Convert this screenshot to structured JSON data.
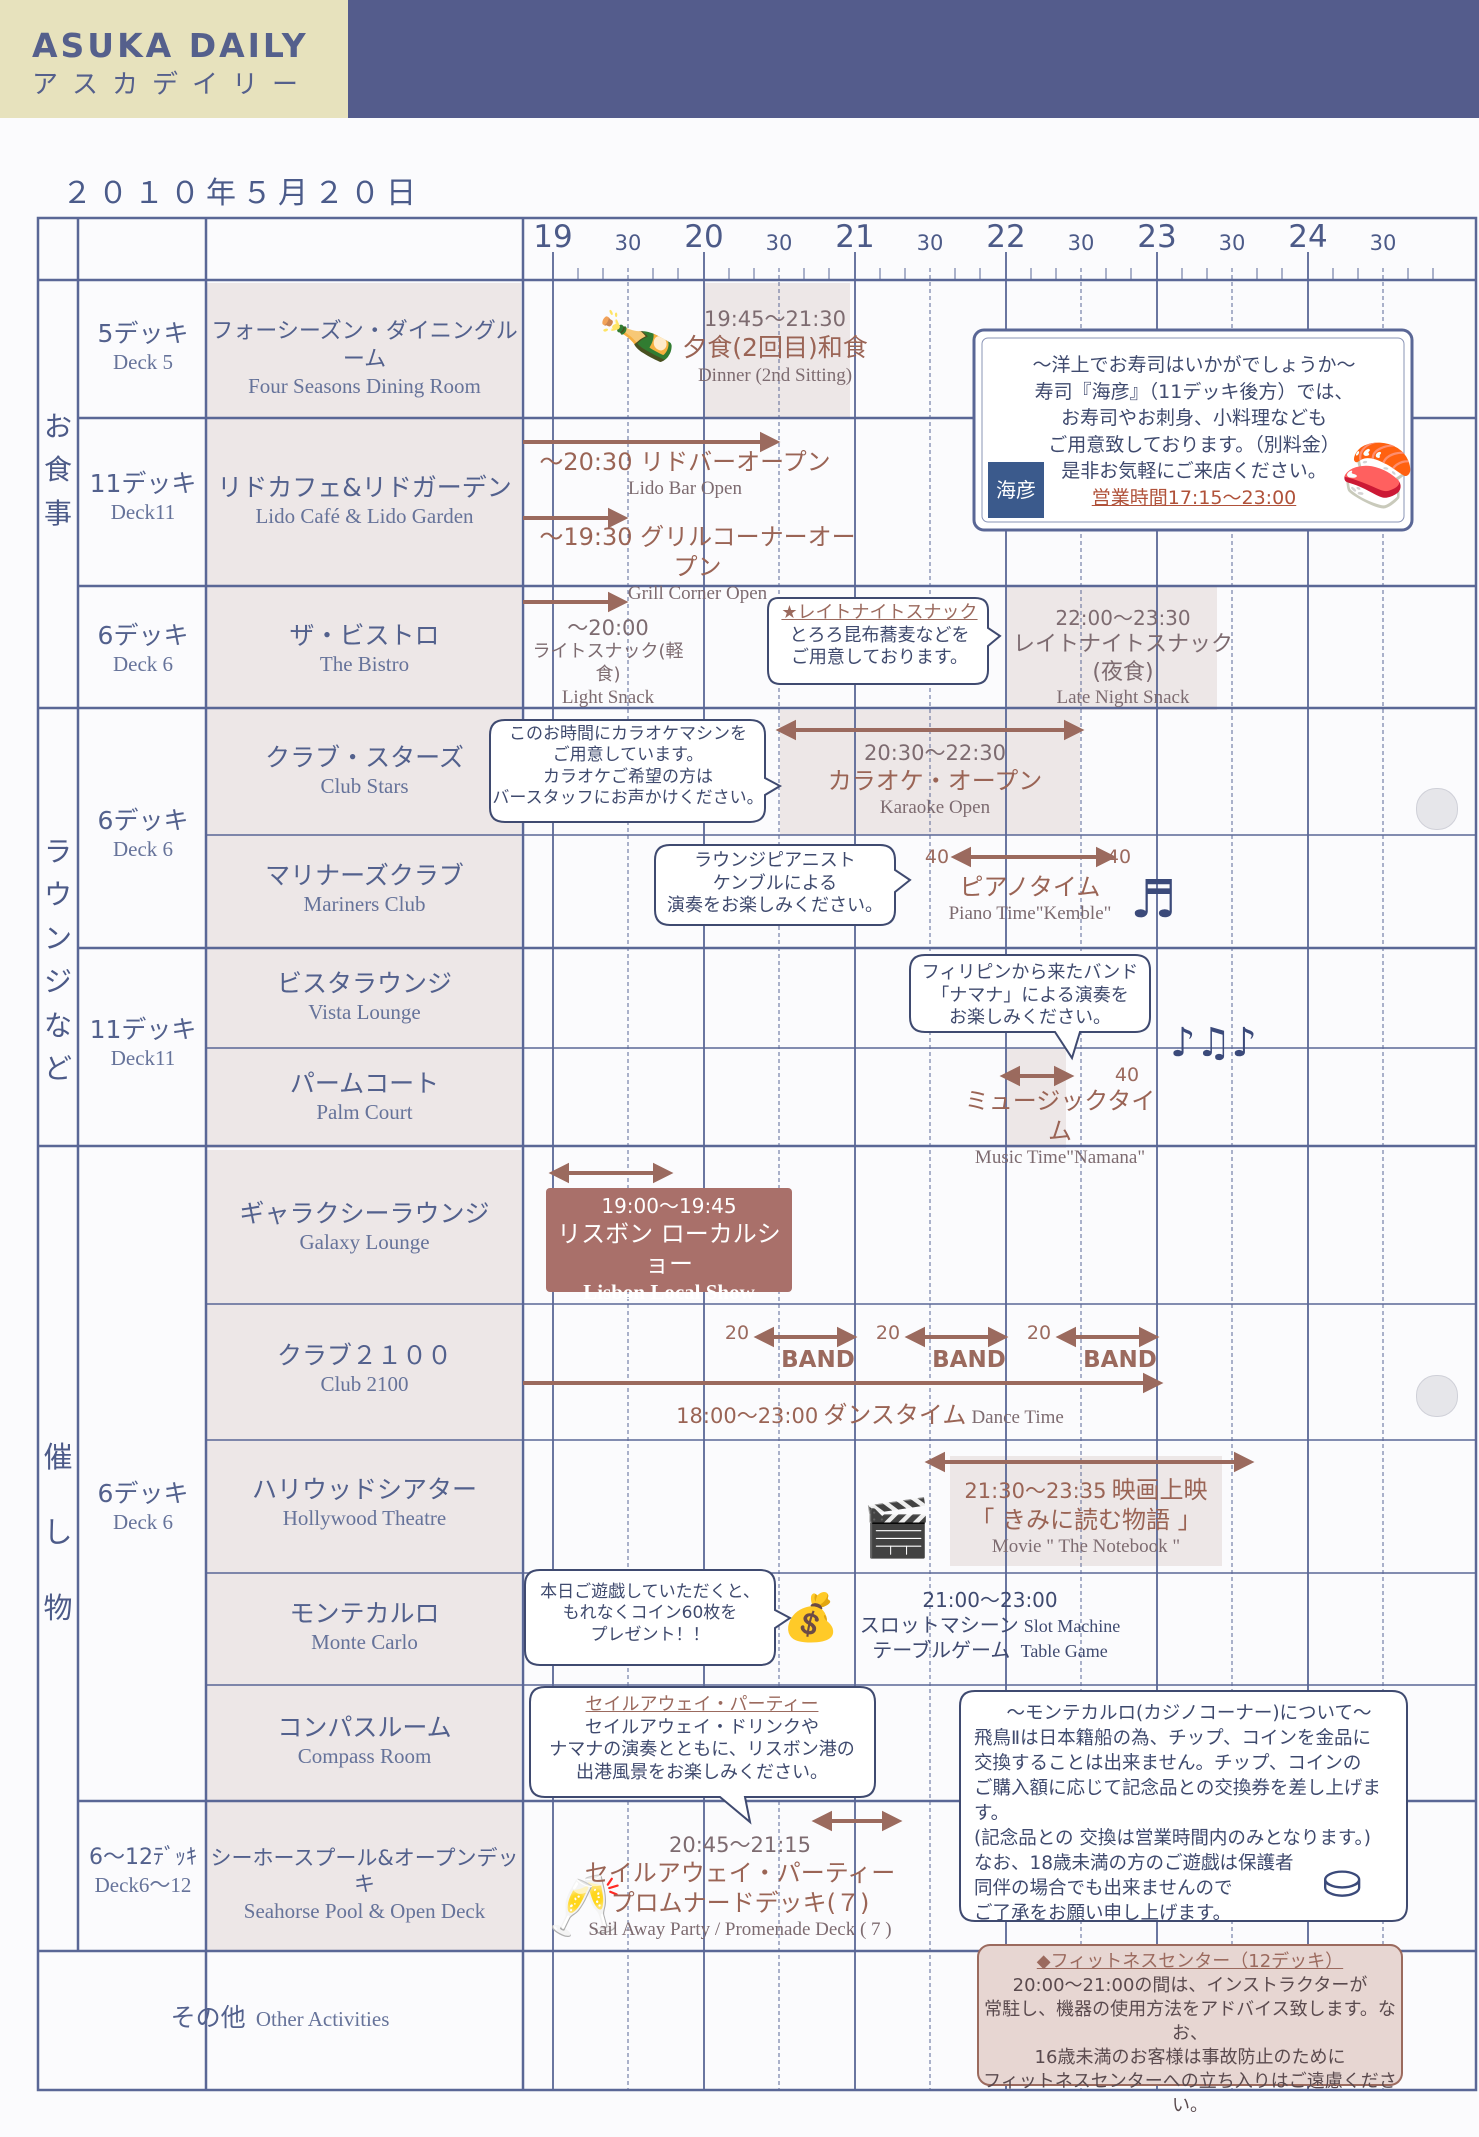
{
  "header": {
    "brand": "ASUKA DAILY",
    "brand_kana": "アスカデイリー"
  },
  "date": "２０１０年５月２０日",
  "timeline": {
    "hours": [
      "19",
      "20",
      "21",
      "22",
      "23",
      "24"
    ],
    "half": "30"
  },
  "categories": {
    "dining": "お食事",
    "lounges": "ラウンジなど",
    "events": "催し物"
  },
  "decks": {
    "d5": {
      "ja": "5デッキ",
      "en": "Deck 5"
    },
    "d11a": {
      "ja": "11デッキ",
      "en": "Deck11"
    },
    "d6a": {
      "ja": "6デッキ",
      "en": "Deck 6"
    },
    "d6b": {
      "ja": "6デッキ",
      "en": "Deck 6"
    },
    "d11b": {
      "ja": "11デッキ",
      "en": "Deck11"
    },
    "d6c": {
      "ja": "6デッキ",
      "en": "Deck 6"
    },
    "d612": {
      "ja": "6～12ﾃﾞｯｷ",
      "en": "Deck6～12"
    }
  },
  "venues": {
    "four_seasons": {
      "ja": "フォーシーズン・ダイニングルーム",
      "en": "Four Seasons Dining Room"
    },
    "lido": {
      "ja": "リドカフェ&リドガーデン",
      "en": "Lido Café & Lido Garden"
    },
    "bistro": {
      "ja": "ザ・ビストロ",
      "en": "The Bistro"
    },
    "club_stars": {
      "ja": "クラブ・スターズ",
      "en": "Club Stars"
    },
    "mariners": {
      "ja": "マリナーズクラブ",
      "en": "Mariners Club"
    },
    "vista": {
      "ja": "ビスタラウンジ",
      "en": "Vista Lounge"
    },
    "palm": {
      "ja": "パームコート",
      "en": "Palm Court"
    },
    "galaxy": {
      "ja": "ギャラクシーラウンジ",
      "en": "Galaxy Lounge"
    },
    "club2100": {
      "ja": "クラブ２１００",
      "en": "Club 2100"
    },
    "hollywood": {
      "ja": "ハリウッドシアター",
      "en": "Hollywood Theatre"
    },
    "monte": {
      "ja": "モンテカルロ",
      "en": "Monte Carlo"
    },
    "compass": {
      "ja": "コンパスルーム",
      "en": "Compass Room"
    },
    "seahorse": {
      "ja": "シーホースプール&オープンデッキ",
      "en": "Seahorse Pool & Open Deck"
    }
  },
  "other": {
    "ja": "その他",
    "en": "Other Activities"
  },
  "events": {
    "dinner": {
      "time": "19:45～21:30",
      "ja": "夕食(2回目)和食",
      "en": "Dinner (2nd Sitting)"
    },
    "lido_bar": {
      "ja": "～20:30 リドバーオープン",
      "en": "Lido Bar Open"
    },
    "grill": {
      "ja": "～19:30 グリルコーナーオープン",
      "en": "Grill Corner Open"
    },
    "bistro_light": {
      "time": "～20:00",
      "ja": "ライトスナック(軽食)",
      "en": "Light Snack"
    },
    "bistro_late": {
      "time": "22:00～23:30",
      "ja": "レイトナイトスナック(夜食)",
      "en": "Late Night Snack"
    },
    "karaoke": {
      "time": "20:30～22:30",
      "ja": "カラオケ・オープン",
      "en": "Karaoke Open"
    },
    "piano": {
      "start": "40",
      "end": "40",
      "ja": "ピアノタイム",
      "en": "Piano Time\"Kemble\""
    },
    "music": {
      "end": "40",
      "ja": "ミュージックタイム",
      "en": "Music Time\"Namana\""
    },
    "lisbon": {
      "time": "19:00～19:45",
      "ja": "リスボン ローカルショー",
      "en": "Lisbon Local Show"
    },
    "band": {
      "num": "20",
      "label": "BAND"
    },
    "dance": {
      "time": "18:00～23:00",
      "ja": "ダンスタイム",
      "en": "Dance Time"
    },
    "movie": {
      "time": "21:30～23:35",
      "ja": "映画上映",
      "title": "「 きみに読む物語 」",
      "en": "Movie \" The Notebook \""
    },
    "slot": {
      "time": "21:00～23:00",
      "ja1": "スロットマシーン",
      "en1": "Slot Machine",
      "ja2": "テーブルゲーム",
      "en2": "Table Game"
    },
    "sailaway": {
      "time": "20:45～21:15",
      "ja1": "セイルアウェイ・パーティー",
      "ja2": "プロムナードデッキ(７)",
      "en": "Sail Away Party / Promenade Deck ( 7 )"
    }
  },
  "notes": {
    "sushi": [
      "～洋上でお寿司はいかがでしょうか～",
      "寿司『海彦』（11デッキ後方）では、",
      "お寿司やお刺身、小料理なども",
      "ご用意致しております。（別料金）",
      "是非お気軽にご来店ください。",
      "営業時間17:15～23:00"
    ],
    "sushi_logo": "海彦",
    "late_snack": [
      "★レイトナイトスナック",
      "とろろ昆布蕎麦などを",
      "ご用意しております。"
    ],
    "karaoke": [
      "このお時間にカラオケマシンを",
      "ご用意しています。",
      "カラオケご希望の方は",
      "バースタッフにお声かけください。"
    ],
    "pianist": [
      "ラウンジピアニスト",
      "ケンブルによる",
      "演奏をお楽しみください。"
    ],
    "band_ph": [
      "フィリピンから来たバンド",
      "「ナマナ」による演奏を",
      "お楽しみください。"
    ],
    "coins": [
      "本日ご遊戯していただくと、",
      "もれなくコイン60枚を",
      "プレゼント！！"
    ],
    "sailaway": [
      "セイルアウェイ・パーティー",
      "セイルアウェイ・ドリンクや",
      "ナマナの演奏とともに、リスボン港の",
      "出港風景をお楽しみください。"
    ],
    "casino": [
      "～モンテカルロ(カジノコーナー)について～",
      "飛鳥Ⅱは日本籍船の為、チップ、コインを金品に",
      "交換することは出来ません。チップ、コインの",
      "ご購入額に応じて記念品との交換券を差し上げます。",
      "(記念品との 交換は営業時間内のみとなります。)",
      "なお、18歳未満の方のご遊戯は保護者",
      "同伴の場合でも出来ませんので",
      "ご了承をお願い申し上げます。"
    ],
    "fitness": [
      "◆フィットネスセンター（12デッキ）",
      "20:00～21:00の間は、インストラクターが",
      "常駐し、機器の使用方法をアドバイス致します。なお、",
      "16歳未満のお客様は事故防止のために",
      "フィットネスセンターへの立ち入りはご遠慮ください。"
    ]
  },
  "colors": {
    "line": "#5a6796",
    "accent": "#9b6a5e",
    "shade": "#ece6e6",
    "galaxy_box": "#a9706a",
    "header_gold": "#e7e2bd",
    "header_navy": "#545c8c"
  }
}
